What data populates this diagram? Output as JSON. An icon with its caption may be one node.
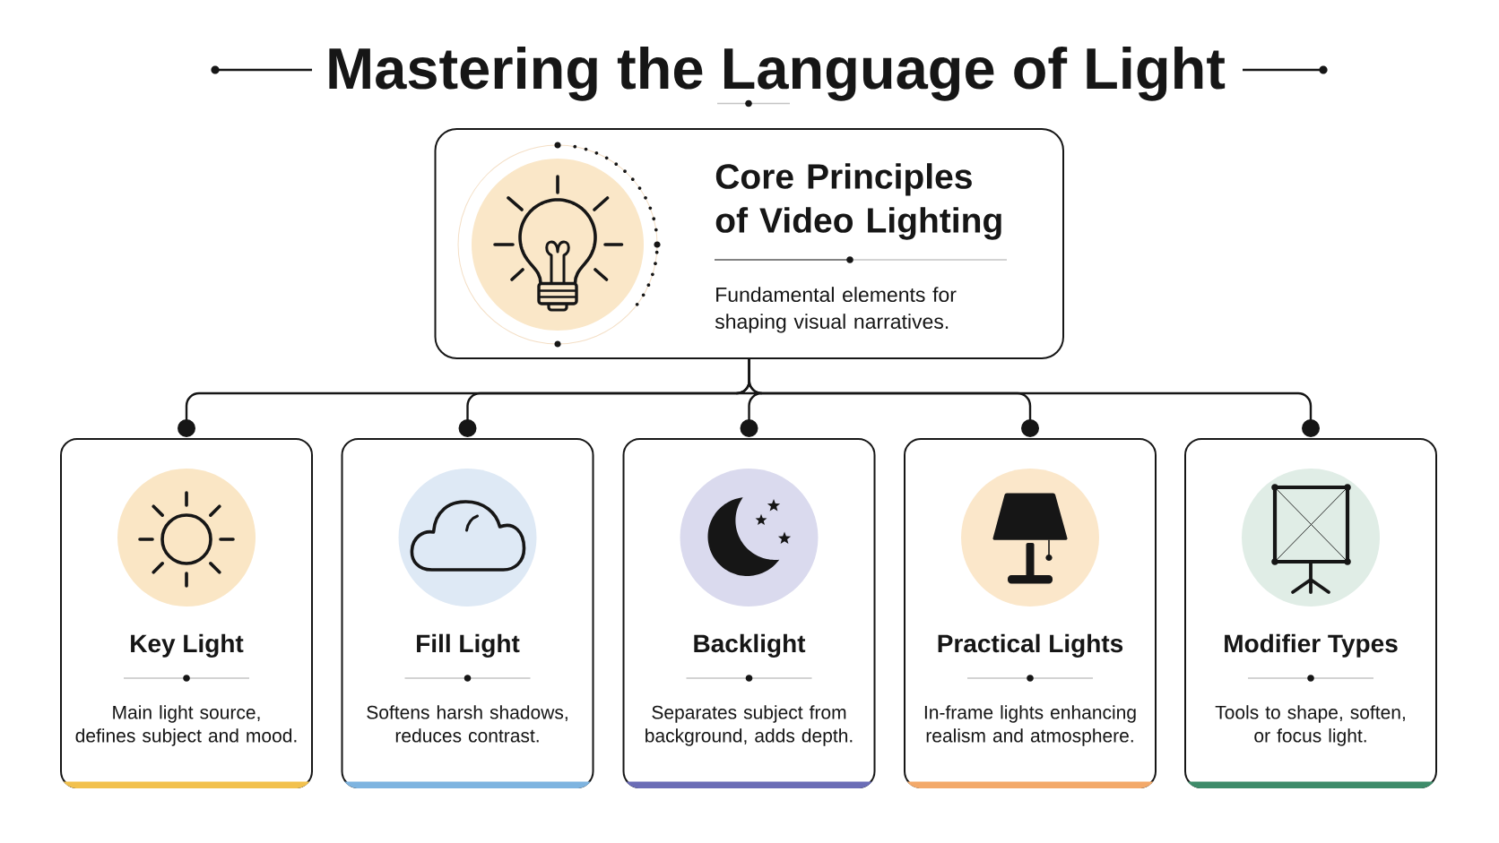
{
  "diagram": {
    "title": "Mastering the Language of Light",
    "nodes": [
      {
        "text": [
          "Core Principles of Video Lighting",
          "Fundamental elements for shaping visual narratives."
        ]
      },
      {
        "text": [
          "Key Light",
          "Main light source, defines subject and mood."
        ]
      },
      {
        "text": [
          "Fill Light",
          "Softens harsh shadows, reduces contrast."
        ]
      },
      {
        "text": [
          "Backlight",
          "Separates subject from background, adds depth."
        ]
      },
      {
        "text": [
          "Practical Lights",
          "In-frame lights enhancing realism and atmosphere."
        ]
      },
      {
        "text": [
          "Modifier Types",
          "Tools to shape, soften, or focus light."
        ]
      }
    ],
    "edges": [
      {
        "from": 0,
        "to": 1,
        "arrow": "other"
      },
      {
        "from": 0,
        "to": 2,
        "arrow": "other"
      },
      {
        "from": 0,
        "to": 3,
        "arrow": "other"
      },
      {
        "from": 0,
        "to": 4,
        "arrow": "other"
      },
      {
        "from": 0,
        "to": 5,
        "arrow": "other"
      }
    ]
  }
}
